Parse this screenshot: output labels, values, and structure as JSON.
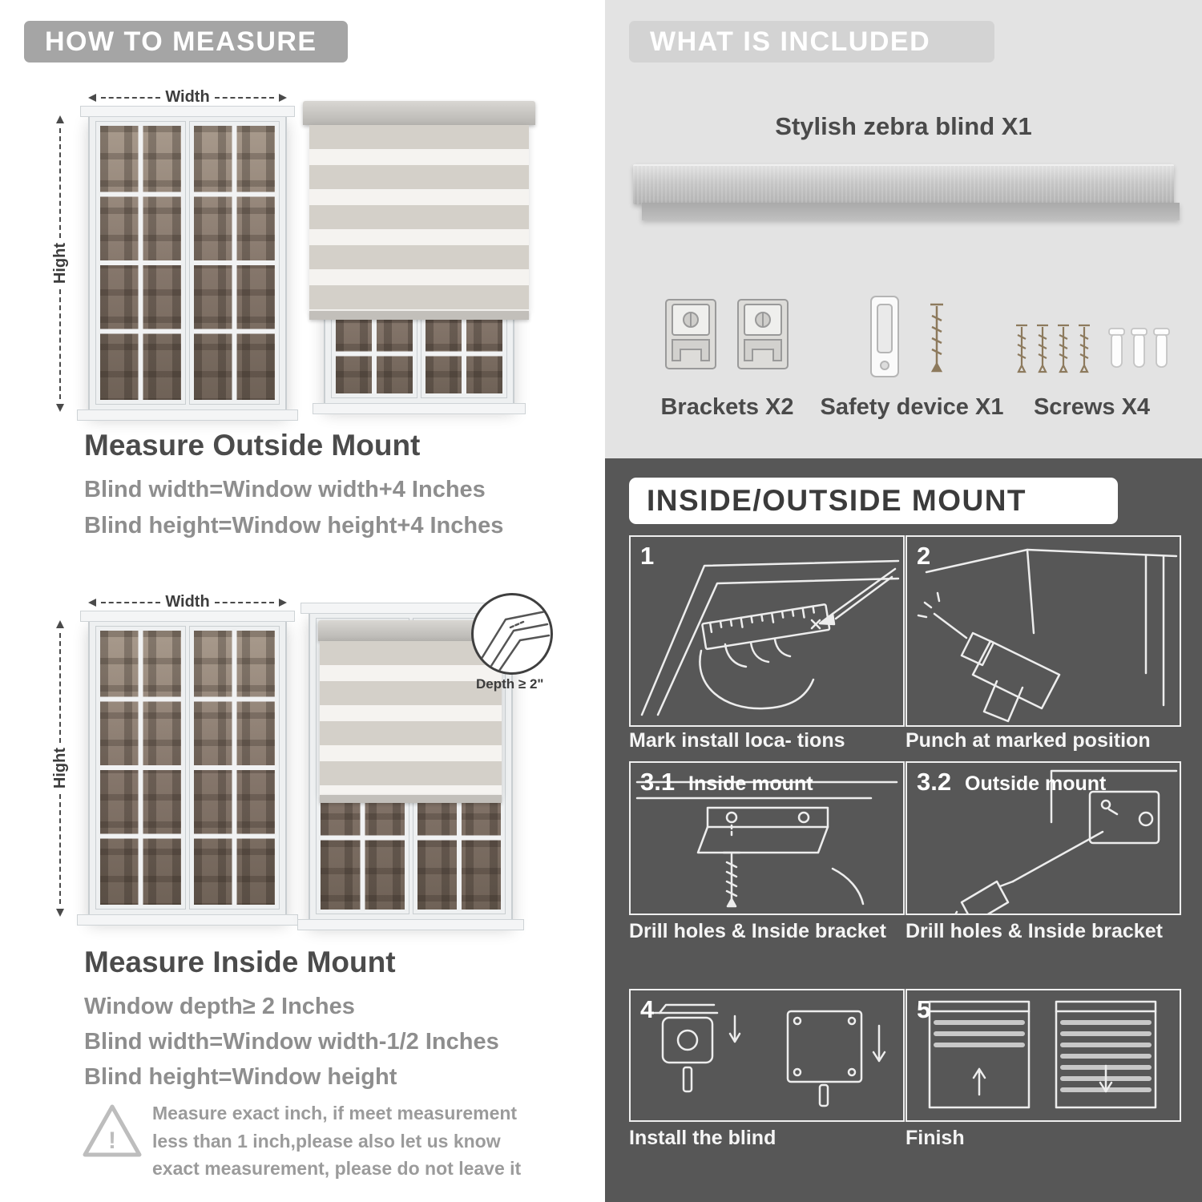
{
  "measure": {
    "badge": "HOW TO MEASURE",
    "width_label": "Width",
    "height_label": "Hight",
    "depth_label": "Depth ≥ 2\"",
    "outside": {
      "title": "Measure Outside Mount",
      "lines": [
        "Blind width=Window width+4 Inches",
        "Blind height=Window height+4 Inches"
      ]
    },
    "inside": {
      "title": "Measure Inside Mount",
      "lines": [
        "Window depth≥ 2 Inches",
        "Blind width=Window width-1/2 Inches",
        "Blind height=Window height"
      ]
    },
    "note": "Measure exact inch, if meet measurement less than 1 inch,please also let us know exact measurement, please do not leave it"
  },
  "included": {
    "badge": "WHAT IS INCLUDED",
    "product_label": "Stylish zebra blind X1",
    "items": [
      {
        "label": "Brackets X2"
      },
      {
        "label": "Safety device X1"
      },
      {
        "label": "Screws X4"
      }
    ]
  },
  "mount": {
    "title": "INSIDE/OUTSIDE MOUNT",
    "steps": [
      {
        "num": "1",
        "label": "",
        "caption": "Mark install loca- tions"
      },
      {
        "num": "2",
        "label": "",
        "caption": "Punch at  marked position"
      },
      {
        "num": "3.1",
        "label": "Inside mount",
        "caption": "Drill holes &  Inside bracket"
      },
      {
        "num": "3.2",
        "label": "Outside mount",
        "caption": "Drill holes &  Inside bracket"
      },
      {
        "num": "4",
        "label": "",
        "caption": "Install the blind"
      },
      {
        "num": "5",
        "label": "",
        "caption": "Finish"
      }
    ]
  }
}
